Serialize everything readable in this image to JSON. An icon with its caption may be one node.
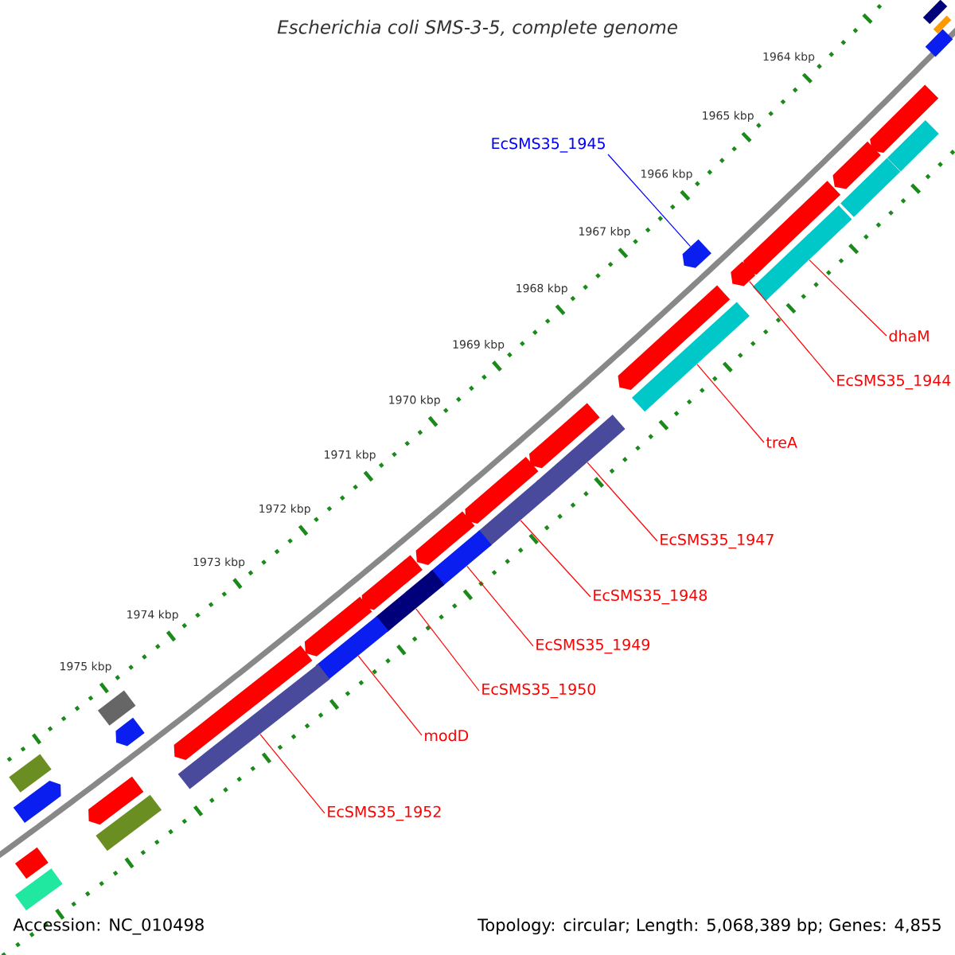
{
  "diagram": {
    "title": "Escherichia coli SMS-3-5, complete genome",
    "nodes": [
      {
        "text": [
          "EcSMS35_1945"
        ]
      },
      {
        "text": [
          "dhaM"
        ]
      },
      {
        "text": [
          "EcSMS35_1944"
        ]
      },
      {
        "text": [
          "treA"
        ]
      },
      {
        "text": [
          "EcSMS35_1947"
        ]
      },
      {
        "text": [
          "EcSMS35_1948"
        ]
      },
      {
        "text": [
          "EcSMS35_1949"
        ]
      },
      {
        "text": [
          "EcSMS35_1950"
        ]
      },
      {
        "text": [
          "modD"
        ]
      },
      {
        "text": [
          "EcSMS35_1952"
        ]
      },
      {
        "text": [],
        "shape": "arrow"
      },
      {
        "text": [],
        "shape": "arrow"
      },
      {
        "text": [],
        "shape": "arrow"
      },
      {
        "text": [],
        "shape": "arrow"
      },
      {
        "text": [],
        "shape": "arrow"
      },
      {
        "text": [],
        "shape": "arrow"
      },
      {
        "text": [],
        "shape": "arrow"
      },
      {
        "text": [],
        "shape": "arrow"
      },
      {
        "text": [],
        "shape": "arrow"
      },
      {
        "text": [],
        "shape": "arrow"
      },
      {
        "text": [],
        "shape": "arrow"
      },
      {
        "text": [],
        "shape": "arrow"
      },
      {
        "text": [],
        "shape": "bar"
      },
      {
        "text": [],
        "shape": "bar"
      },
      {
        "text": [],
        "shape": "bar"
      },
      {
        "text": [],
        "shape": "bar"
      },
      {
        "text": [],
        "shape": "bar"
      },
      {
        "text": [],
        "shape": "bar"
      },
      {
        "text": [],
        "shape": "bar"
      },
      {
        "text": [],
        "shape": "bar"
      },
      {
        "text": [],
        "shape": "bar"
      },
      {
        "text": [],
        "shape": "bar"
      },
      {
        "text": [],
        "shape": "bar"
      },
      {
        "text": [],
        "shape": "bar"
      },
      {
        "text": [],
        "shape": "bar"
      },
      {
        "text": [],
        "shape": "arrow"
      },
      {
        "text": [],
        "shape": "arrow"
      },
      {
        "text": [],
        "shape": "arrow"
      },
      {
        "text": [],
        "shape": "bar"
      },
      {
        "text": [],
        "shape": "bar"
      },
      {
        "text": [],
        "shape": "bar"
      },
      {
        "text": [],
        "shape": "bar"
      },
      {
        "text": [],
        "shape": "bar"
      }
    ],
    "edges": [
      {
        "from": 0,
        "to": 35,
        "arrow": "none",
        "color": "#0000ff"
      },
      {
        "from": 1,
        "to": 25,
        "arrow": "none"
      },
      {
        "from": 2,
        "to": 13,
        "arrow": "none"
      },
      {
        "from": 3,
        "to": 26,
        "arrow": "none"
      },
      {
        "from": 4,
        "to": 27,
        "arrow": "none"
      },
      {
        "from": 5,
        "to": 28,
        "arrow": "none"
      },
      {
        "from": 6,
        "to": 29,
        "arrow": "none"
      },
      {
        "from": 7,
        "to": 30,
        "arrow": "none"
      },
      {
        "from": 8,
        "to": 31,
        "arrow": "none"
      },
      {
        "from": 9,
        "to": 32,
        "arrow": "none"
      }
    ],
    "labels": [
      "1964 kbp",
      "1965 kbp",
      "1966 kbp",
      "1967 kbp",
      "1968 kbp",
      "1969 kbp",
      "1970 kbp",
      "1971 kbp",
      "1972 kbp",
      "1973 kbp",
      "1974 kbp",
      "1975 kbp",
      "Accession: NC_010498",
      "Topology: circular; Length: 5,068,389 bp; Genes: 4,855"
    ]
  }
}
